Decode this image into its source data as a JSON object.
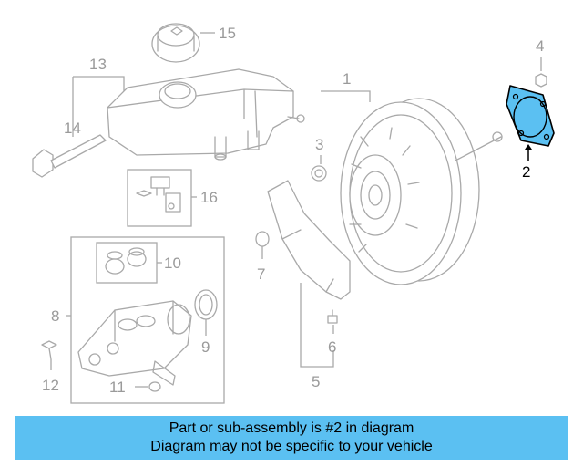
{
  "diagram": {
    "highlight_color": "#5bc0f2",
    "callouts": [
      {
        "id": "1",
        "label": "1",
        "highlighted": false
      },
      {
        "id": "2",
        "label": "2",
        "highlighted": true
      },
      {
        "id": "3",
        "label": "3",
        "highlighted": false
      },
      {
        "id": "4",
        "label": "4",
        "highlighted": false
      },
      {
        "id": "5",
        "label": "5",
        "highlighted": false
      },
      {
        "id": "6",
        "label": "6",
        "highlighted": false
      },
      {
        "id": "7",
        "label": "7",
        "highlighted": false
      },
      {
        "id": "8",
        "label": "8",
        "highlighted": false
      },
      {
        "id": "9",
        "label": "9",
        "highlighted": false
      },
      {
        "id": "10",
        "label": "10",
        "highlighted": false
      },
      {
        "id": "11",
        "label": "11",
        "highlighted": false
      },
      {
        "id": "12",
        "label": "12",
        "highlighted": false
      },
      {
        "id": "13",
        "label": "13",
        "highlighted": false
      },
      {
        "id": "14",
        "label": "14",
        "highlighted": false
      },
      {
        "id": "15",
        "label": "15",
        "highlighted": false
      },
      {
        "id": "16",
        "label": "16",
        "highlighted": false
      }
    ]
  },
  "banner": {
    "line1": "Part or sub-assembly is #2 in diagram",
    "line2": "Diagram may not be specific to your vehicle",
    "background": "#5bc0f2"
  }
}
